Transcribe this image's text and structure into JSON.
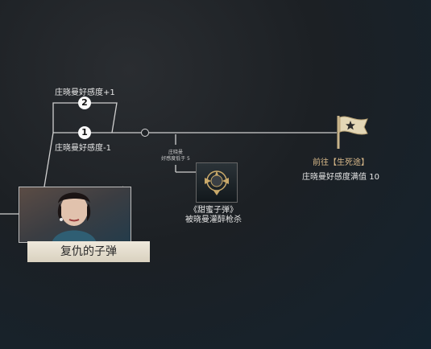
{
  "branches": {
    "upper": {
      "badge": "2",
      "label": "庄晓曼好感度+1"
    },
    "lower": {
      "badge": "1",
      "label": "庄晓曼好感度-1"
    }
  },
  "side_condition": {
    "line1": "庄晓曼",
    "line2": "好感度低于 5"
  },
  "mission_card": {
    "title": "《甜蜜子弹》",
    "subtitle": "被晓曼灌醉枪杀"
  },
  "destination": {
    "label": "前往【生死途】",
    "description": "庄晓曼好感度满值 10"
  },
  "current_node": {
    "title": "复仇的子弹"
  },
  "icons": {
    "flag": "flag-icon",
    "star": "star-icon",
    "medal": "medal-icon"
  },
  "colors": {
    "line": "#cfcfcf",
    "accent_gold": "#d9b98a",
    "title_bg": "#e6dfcf"
  }
}
